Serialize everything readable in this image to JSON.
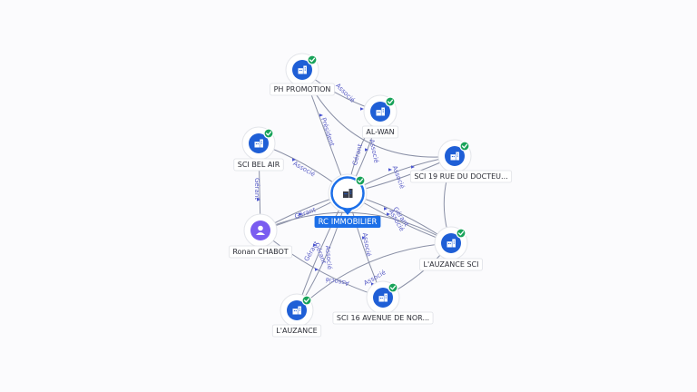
{
  "graph": {
    "center": {
      "label": "RC IMMOBILIER",
      "icon": "building-icon",
      "verified": true
    },
    "nodes": [
      {
        "id": "ph-promotion",
        "label": "PH PROMOTION",
        "icon": "building-icon",
        "verified": true
      },
      {
        "id": "al-wan",
        "label": "AL-WAN",
        "icon": "building-icon",
        "verified": true
      },
      {
        "id": "sci-bel-air",
        "label": "SCI BEL AIR",
        "icon": "building-icon",
        "verified": true
      },
      {
        "id": "sci-19",
        "label": "SCI 19 RUE DU DOCTEU...",
        "icon": "building-icon",
        "verified": true
      },
      {
        "id": "ronan-chabot",
        "label": "Ronan CHABOT",
        "icon": "person-icon",
        "verified": false
      },
      {
        "id": "lauzance-sci",
        "label": "L'AUZANCE SCI",
        "icon": "building-icon",
        "verified": true
      },
      {
        "id": "lauzance",
        "label": "L'AUZANCE",
        "icon": "building-icon",
        "verified": true
      },
      {
        "id": "sci-16",
        "label": "SCI 16 AVENUE DE NOR...",
        "icon": "building-icon",
        "verified": true
      }
    ],
    "edge_labels": [
      {
        "id": "e-president",
        "text": "Président"
      },
      {
        "id": "e-ph-alwan",
        "text": "Associé"
      },
      {
        "id": "e-belair",
        "text": "Associé"
      },
      {
        "id": "e-ronan-belair",
        "text": "Gérant"
      },
      {
        "id": "e-ronan-center",
        "text": "Gérant"
      },
      {
        "id": "e-alwan-gerant",
        "text": "Gérant"
      },
      {
        "id": "e-alwan-associe",
        "text": "Associé"
      },
      {
        "id": "e-sci19",
        "text": "Associé"
      },
      {
        "id": "e-lauzsci-gerant",
        "text": "Gérant"
      },
      {
        "id": "e-lauzsci-associe",
        "text": "Associé"
      },
      {
        "id": "e-sci16",
        "text": "Associé"
      },
      {
        "id": "e-lauz-gerant",
        "text": "Gérant"
      },
      {
        "id": "e-lauz-associe",
        "text": "Associé"
      },
      {
        "id": "e-ronan-sci16",
        "text": "Associé"
      },
      {
        "id": "e-lauz-gerant2",
        "text": "Gérant"
      },
      {
        "id": "e-sci16-lauzsci",
        "text": "Associé"
      }
    ]
  }
}
